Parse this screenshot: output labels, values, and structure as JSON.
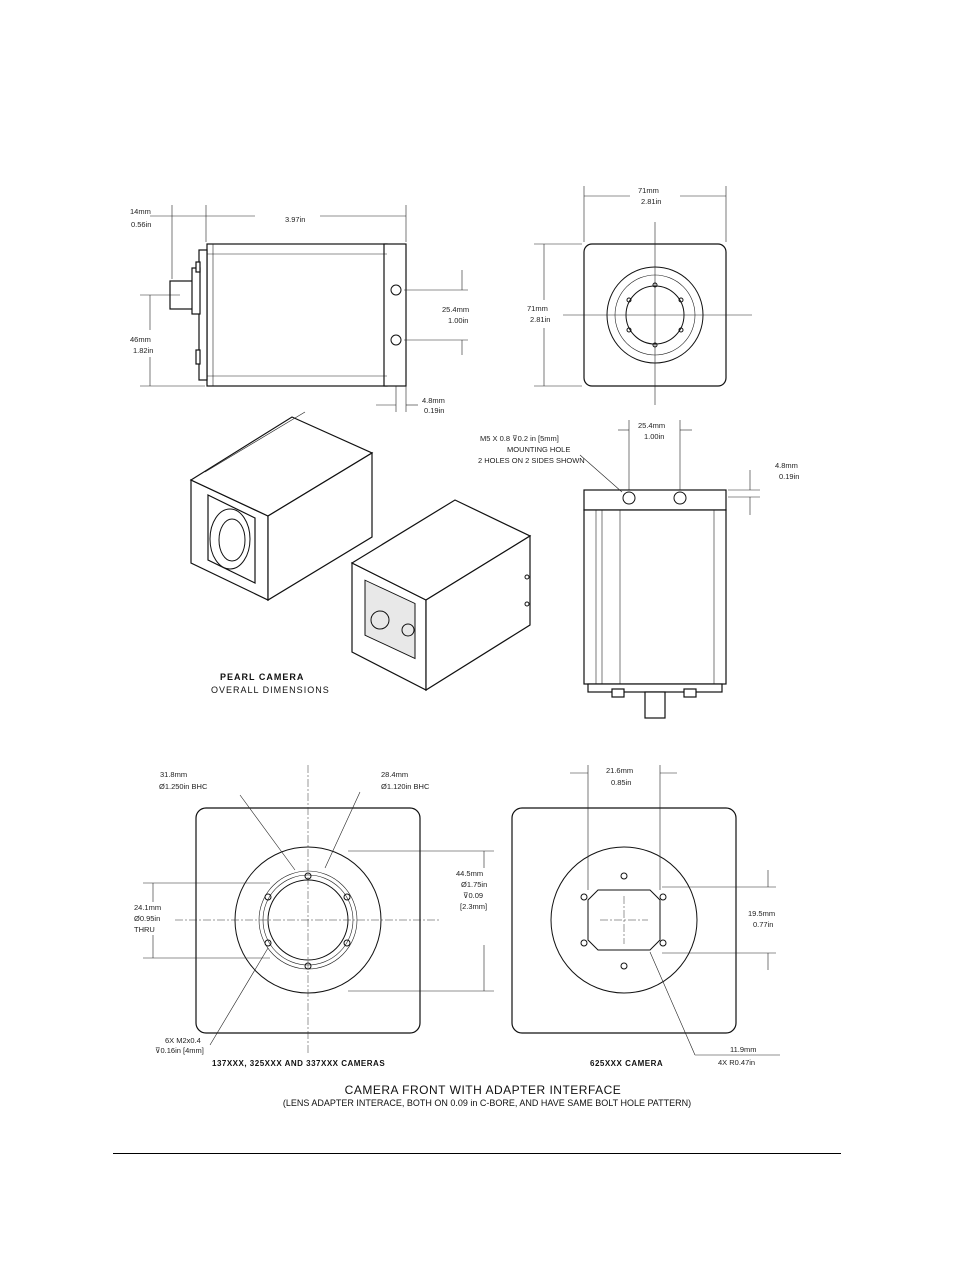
{
  "side_view": {
    "dim_14mm": "14mm",
    "dim_056in": "0.56in",
    "dim_397in": "3.97in",
    "dim_46mm": "46mm",
    "dim_182in": "1.82in",
    "dim_254mm": "25.4mm",
    "dim_100in": "1.00in",
    "dim_48mm": "4.8mm",
    "dim_019in": "0.19in"
  },
  "front_view": {
    "dim_71mm_w": "71mm",
    "dim_281in_w": "2.81in",
    "dim_71mm_h": "71mm",
    "dim_281in_h": "2.81in"
  },
  "top_view": {
    "mount_line1": "M5 X 0.8 ⊽0.2 in [5mm]",
    "mount_line2": "MOUNTING HOLE",
    "mount_line3": "2 HOLES ON 2 SIDES SHOWN",
    "dim_254mm": "25.4mm",
    "dim_100in": "1.00in",
    "dim_48mm": "4.8mm",
    "dim_019in": "0.19in"
  },
  "iso_caption": {
    "title": "PEARL CAMERA",
    "subtitle": "OVERALL DIMENSIONS"
  },
  "adapter_left": {
    "dim_318": "31.8mm",
    "dim_1250": "Ø1.250in BHC",
    "dim_284": "28.4mm",
    "dim_1120": "Ø1.120in BHC",
    "dim_241": "24.1mm",
    "dim_095": "Ø0.95in",
    "thru": "THRU",
    "dim_445": "44.5mm",
    "dim_175": "Ø1.75in",
    "dim_009": "⊽0.09",
    "dim_23": "[2.3mm]",
    "holes1": "6X M2x0.4",
    "holes2": "⊽0.16in [4mm]",
    "caption": "137XXX, 325XXX AND 337XXX CAMERAS"
  },
  "adapter_right": {
    "dim_216": "21.6mm",
    "dim_085": "0.85in",
    "dim_195": "19.5mm",
    "dim_077": "0.77in",
    "dim_119": "11.9mm",
    "radius": "4X   R0.47in",
    "caption": "625XXX CAMERA"
  },
  "footer_title": {
    "title": "CAMERA FRONT WITH ADAPTER INTERFACE",
    "subtitle": "(LENS ADAPTER INTERACE, BOTH ON 0.09 in C-BORE, AND HAVE SAME BOLT HOLE PATTERN)"
  }
}
